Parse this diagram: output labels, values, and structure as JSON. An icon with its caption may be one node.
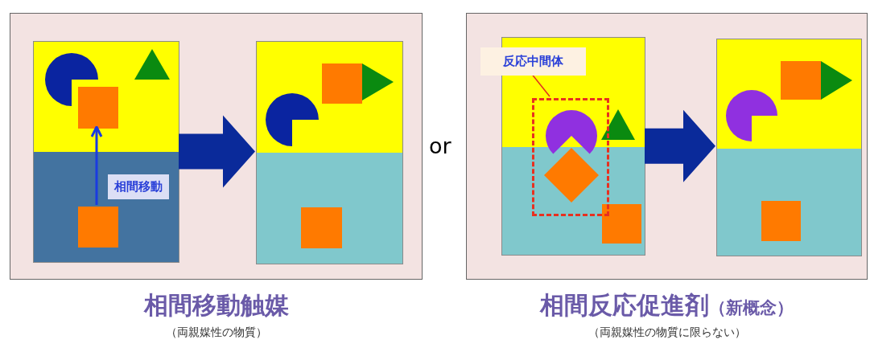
{
  "diagram": {
    "nodes": [
      {
        "text": [
          "相間移動触媒",
          "（両親媒性の物質）"
        ]
      },
      {
        "text": [],
        "shape": "box",
        "in": 0
      },
      {
        "text": [],
        "shape": "box",
        "in": 1
      },
      {
        "text": [],
        "shape": "box",
        "in": 1
      },
      {
        "text": [],
        "shape": "box",
        "in": 0
      },
      {
        "text": [
          "相間反応促進剤",
          "（新概念）",
          "（両親媒性の物質に限らない）"
        ]
      },
      {
        "text": [],
        "shape": "box",
        "in": 5
      },
      {
        "text": [
          "反応中間体"
        ],
        "in": 5
      },
      {
        "text": [],
        "shape": "box",
        "in": 6
      },
      {
        "text": [],
        "shape": "box",
        "in": 5
      }
    ],
    "edges": [
      {
        "from": 1,
        "to": 4,
        "arrow": "to",
        "style": "thick",
        "color": "#0a2a9a"
      },
      {
        "from": 3,
        "to": 2,
        "arrow": "to",
        "label": "相間移動",
        "color": "#1a3be0"
      },
      {
        "from": 6,
        "to": 9,
        "arrow": "to",
        "style": "thick",
        "color": "#0a2a9a"
      },
      {
        "from": 7,
        "to": 8,
        "arrow": "none",
        "color": "#e03020"
      }
    ],
    "labels": [
      "or"
    ]
  }
}
